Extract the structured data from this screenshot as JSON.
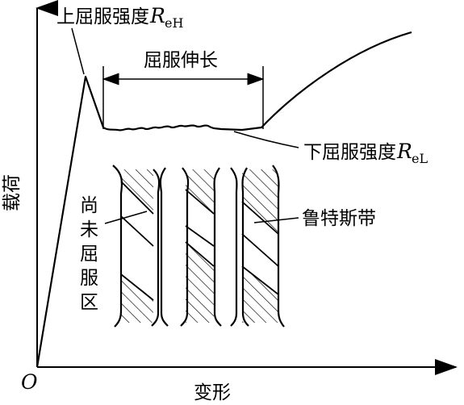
{
  "labels": {
    "upper_yield": "上屈服强度",
    "upper_symbol": "R",
    "upper_sub": "eH",
    "yield_elongation": "屈服伸长",
    "lower_yield": "下屈服强度",
    "lower_symbol": "R",
    "lower_sub": "eL",
    "luders_band": "鲁特斯带",
    "not_yielded": [
      "尚",
      "未",
      "屈",
      "服",
      "区"
    ],
    "y_axis": "载荷",
    "x_axis": "变形",
    "origin": "O"
  },
  "colors": {
    "ink": "#000000",
    "background": "#ffffff"
  }
}
